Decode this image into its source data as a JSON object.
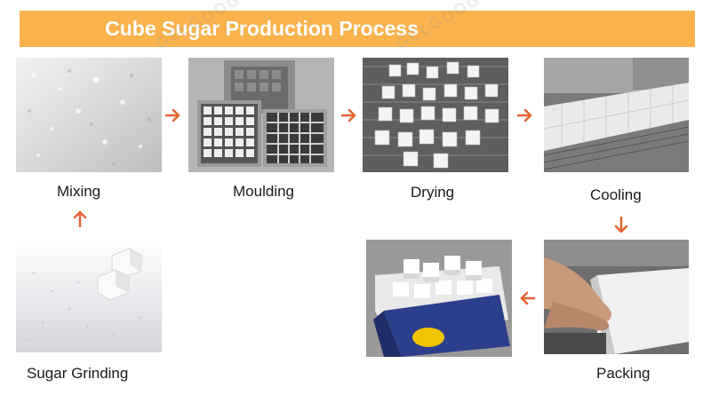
{
  "banner": {
    "title": "Cube Sugar Production Process",
    "color": "#f9b24c"
  },
  "steps": [
    {
      "label": "Mixing",
      "icon": "sugar-mixing-photo"
    },
    {
      "label": "Moulding",
      "icon": "sugar-moulds-photo"
    },
    {
      "label": "Drying",
      "icon": "drying-conveyor-photo"
    },
    {
      "label": "Cooling",
      "icon": "cooling-conveyor-photo"
    },
    {
      "label": "Packing",
      "icon": "packing-hands-photo"
    },
    {
      "label": "",
      "icon": "packed-sugar-box-photo"
    },
    {
      "label": "Sugar Grinding",
      "icon": "granulated-sugar-photo"
    }
  ],
  "arrow_color": "#e4622f",
  "watermark": "GELGOOG"
}
